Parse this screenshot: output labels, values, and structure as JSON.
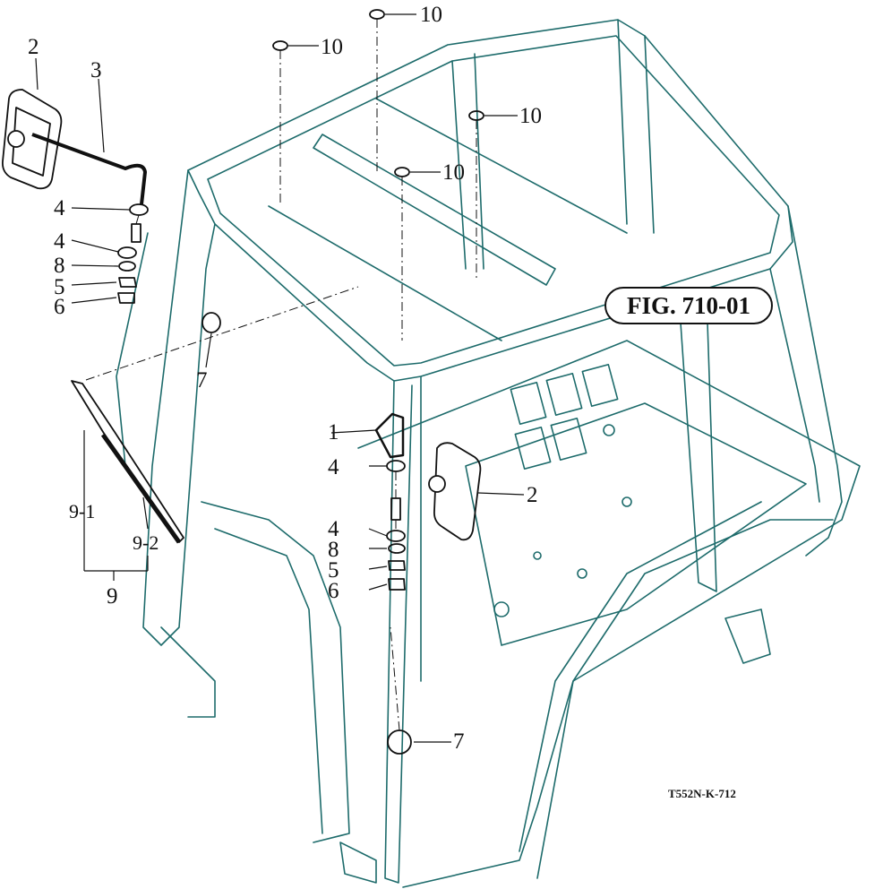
{
  "figure": {
    "badge": "FIG. 710-01",
    "doc_id": "T552N-K-712"
  },
  "callouts": {
    "c1": "1",
    "c2_left": "2",
    "c2_right": "2",
    "c3": "3",
    "c4_a": "4",
    "c4_b": "4",
    "c4_c": "4",
    "c4_d": "4",
    "c8_a": "8",
    "c8_b": "8",
    "c5_a": "5",
    "c5_b": "5",
    "c6_a": "6",
    "c6_b": "6",
    "c7_a": "7",
    "c7_b": "7",
    "c9": "9",
    "c9_1": "9-1",
    "c9_2": "9-2",
    "c10_a": "10",
    "c10_b": "10",
    "c10_c": "10",
    "c10_d": "10"
  },
  "colors": {
    "frame_line": "#1d6b6b",
    "ink": "#111111",
    "background": "#ffffff"
  }
}
